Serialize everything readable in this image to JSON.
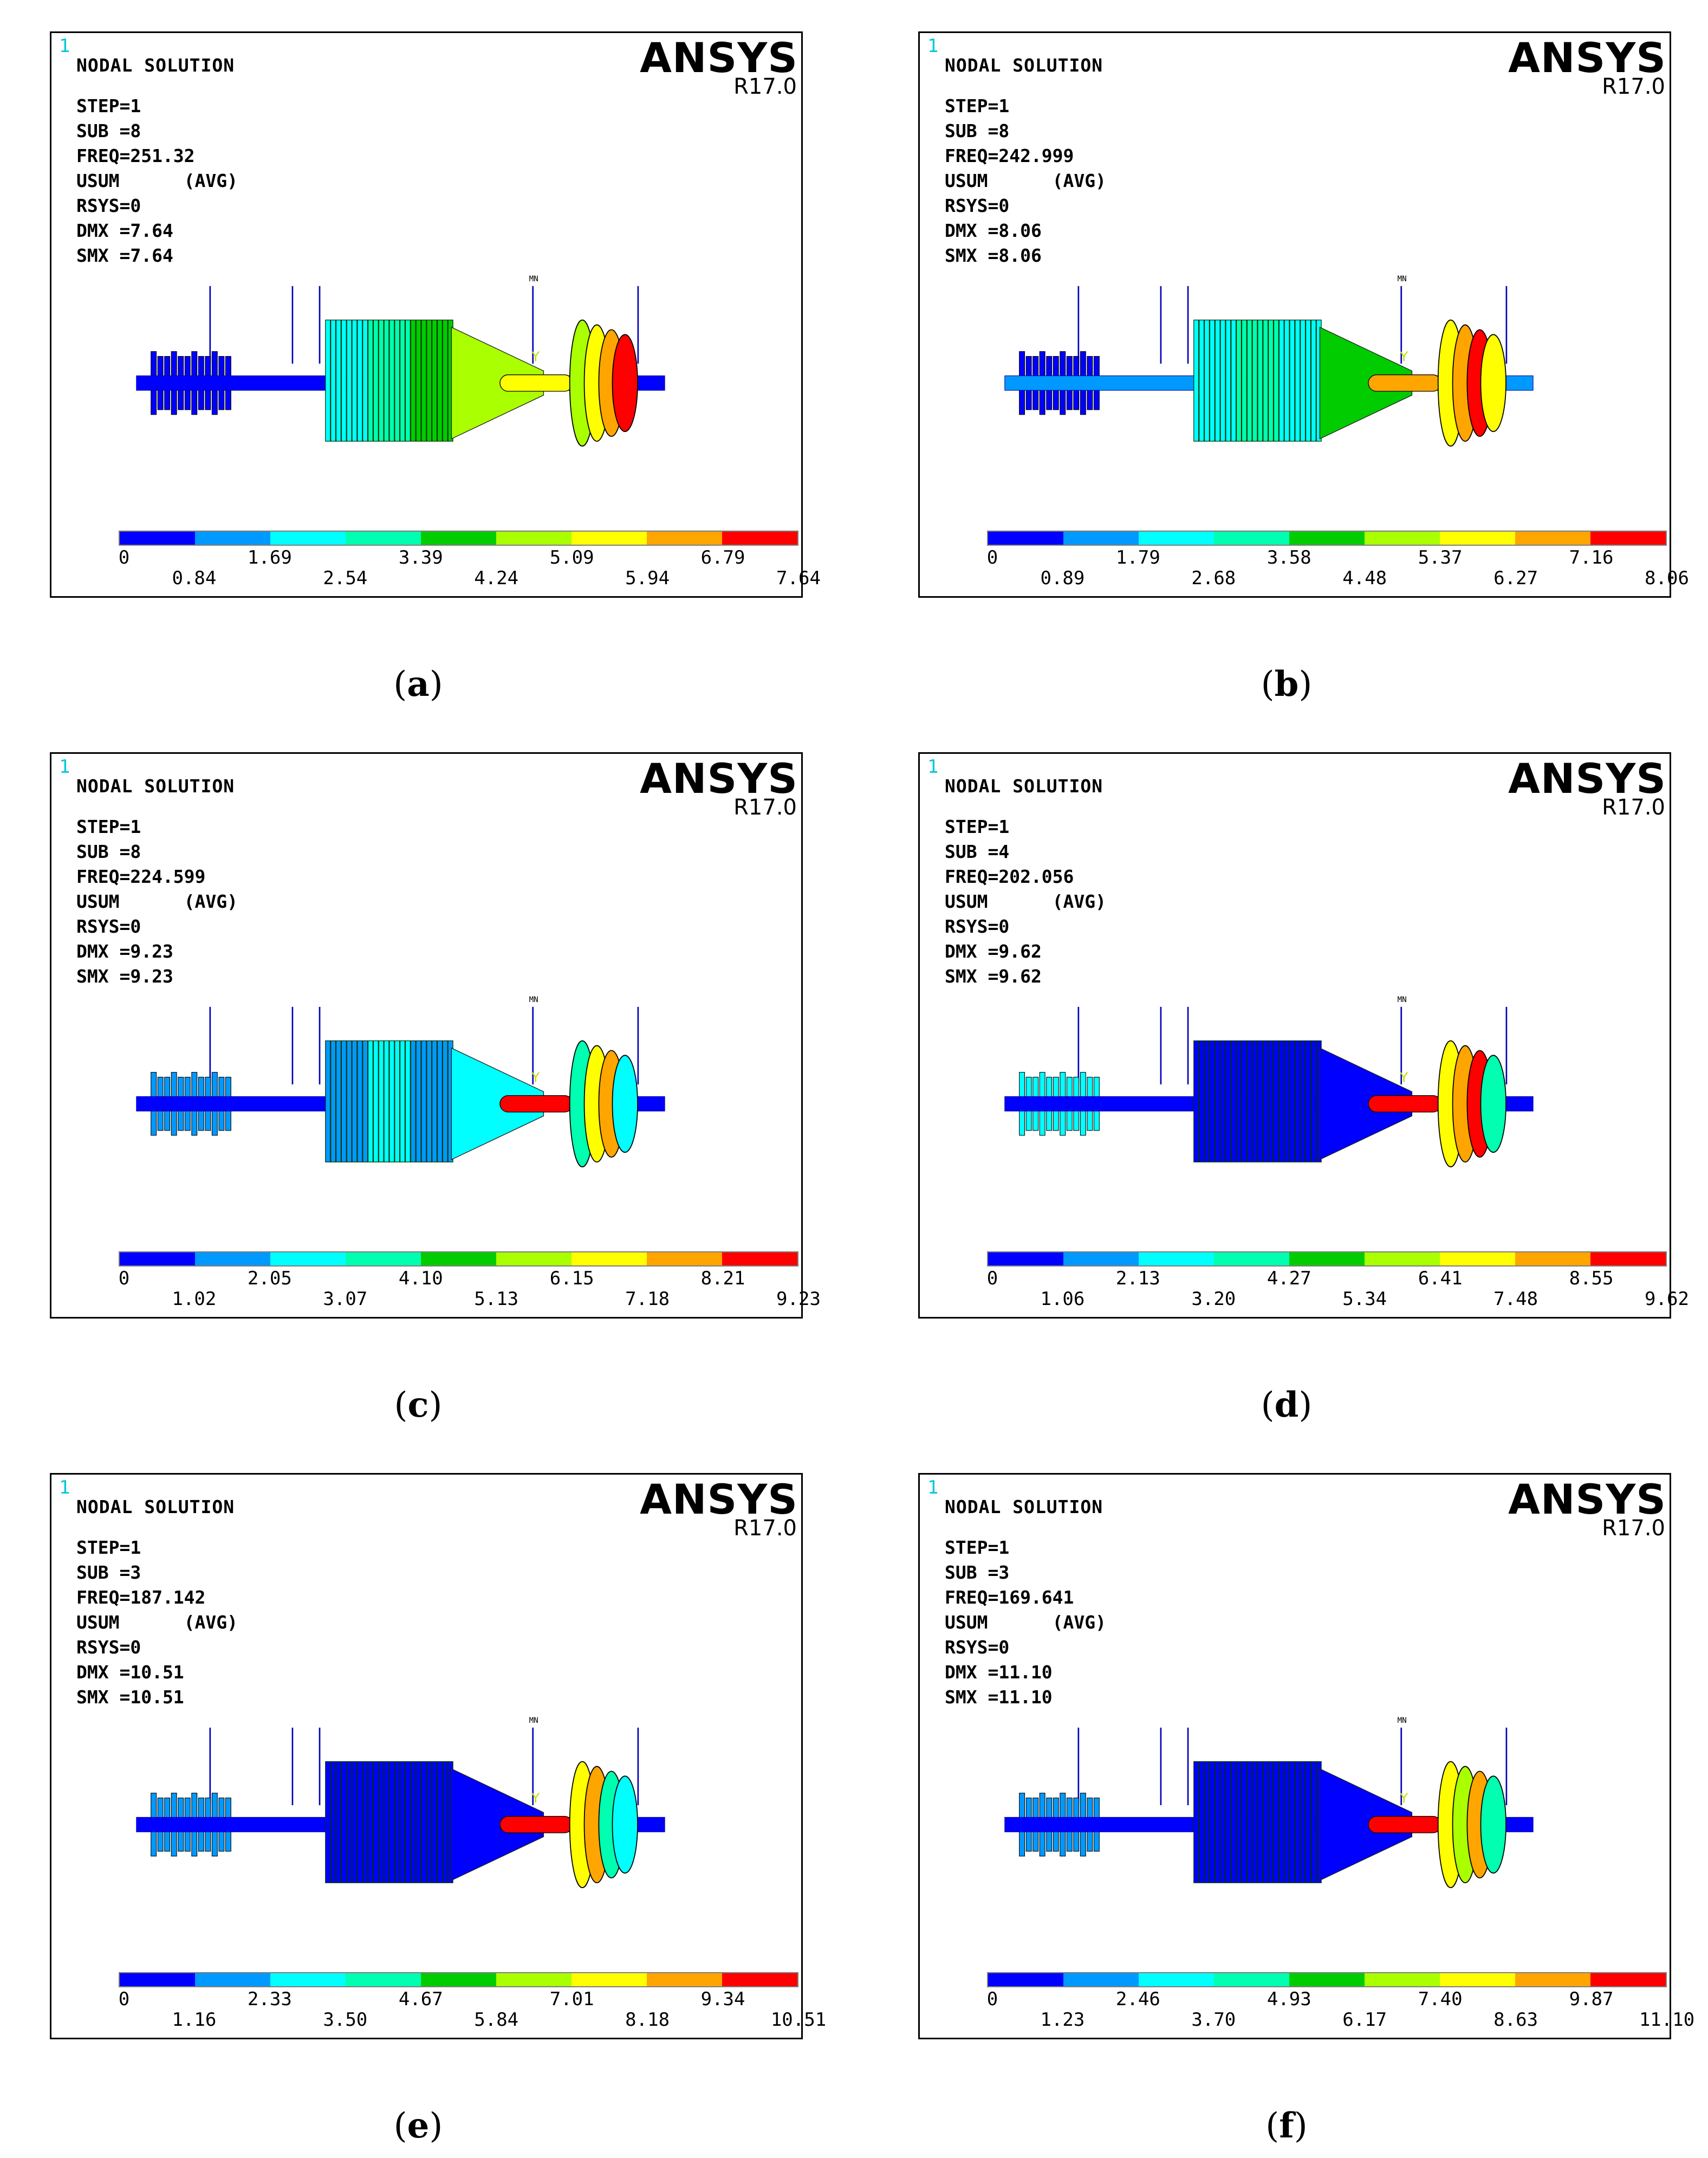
{
  "header_label": "NODAL SOLUTION",
  "window_number": "1",
  "brand": "ANSYS",
  "version": "R17.0",
  "colormap": [
    "#0000ff",
    "#0099ff",
    "#00ffff",
    "#00ffb0",
    "#00cc00",
    "#aaff00",
    "#ffff00",
    "#ffa500",
    "#ff0000"
  ],
  "panels": [
    {
      "id": "a",
      "caption": "a",
      "lines": [
        "STEP=1",
        "SUB =8",
        "FREQ=251.32",
        "USUM      (AVG)",
        "RSYS=0",
        "DMX =7.64",
        "SMX =7.64"
      ],
      "legend_top": [
        "0",
        "1.69",
        "3.39",
        "5.09",
        "6.79"
      ],
      "legend_bottom": [
        "0.84",
        "2.54",
        "4.24",
        "5.94",
        "7.64"
      ],
      "mode": "a",
      "mn_label": "MN"
    },
    {
      "id": "b",
      "caption": "b",
      "lines": [
        "STEP=1",
        "SUB =8",
        "FREQ=242.999",
        "USUM      (AVG)",
        "RSYS=0",
        "DMX =8.06",
        "SMX =8.06"
      ],
      "legend_top": [
        "0",
        "1.79",
        "3.58",
        "5.37",
        "7.16"
      ],
      "legend_bottom": [
        "0.89",
        "2.68",
        "4.48",
        "6.27",
        "8.06"
      ],
      "mode": "b",
      "mn_label": "MN"
    },
    {
      "id": "c",
      "caption": "c",
      "lines": [
        "STEP=1",
        "SUB =8",
        "FREQ=224.599",
        "USUM      (AVG)",
        "RSYS=0",
        "DMX =9.23",
        "SMX =9.23"
      ],
      "legend_top": [
        "0",
        "2.05",
        "4.10",
        "6.15",
        "8.21"
      ],
      "legend_bottom": [
        "1.02",
        "3.07",
        "5.13",
        "7.18",
        "9.23"
      ],
      "mode": "c",
      "mn_label": "MN"
    },
    {
      "id": "d",
      "caption": "d",
      "lines": [
        "STEP=1",
        "SUB =4",
        "FREQ=202.056",
        "USUM      (AVG)",
        "RSYS=0",
        "DMX =9.62",
        "SMX =9.62"
      ],
      "legend_top": [
        "0",
        "2.13",
        "4.27",
        "6.41",
        "8.55"
      ],
      "legend_bottom": [
        "1.06",
        "3.20",
        "5.34",
        "7.48",
        "9.62"
      ],
      "mode": "d",
      "mn_label": "MN"
    },
    {
      "id": "e",
      "caption": "e",
      "lines": [
        "STEP=1",
        "SUB =3",
        "FREQ=187.142",
        "USUM      (AVG)",
        "RSYS=0",
        "DMX =10.51",
        "SMX =10.51"
      ],
      "legend_top": [
        "0",
        "2.33",
        "4.67",
        "7.01",
        "9.34"
      ],
      "legend_bottom": [
        "1.16",
        "3.50",
        "5.84",
        "8.18",
        "10.51"
      ],
      "mode": "e",
      "mn_label": "MN"
    },
    {
      "id": "f",
      "caption": "f",
      "lines": [
        "STEP=1",
        "SUB =3",
        "FREQ=169.641",
        "USUM      (AVG)",
        "RSYS=0",
        "DMX =11.10",
        "SMX =11.10"
      ],
      "legend_top": [
        "0",
        "2.46",
        "4.93",
        "7.40",
        "9.87"
      ],
      "legend_bottom": [
        "1.23",
        "3.70",
        "6.17",
        "8.63",
        "11.10"
      ],
      "mode": "f",
      "mn_label": "MN"
    }
  ]
}
